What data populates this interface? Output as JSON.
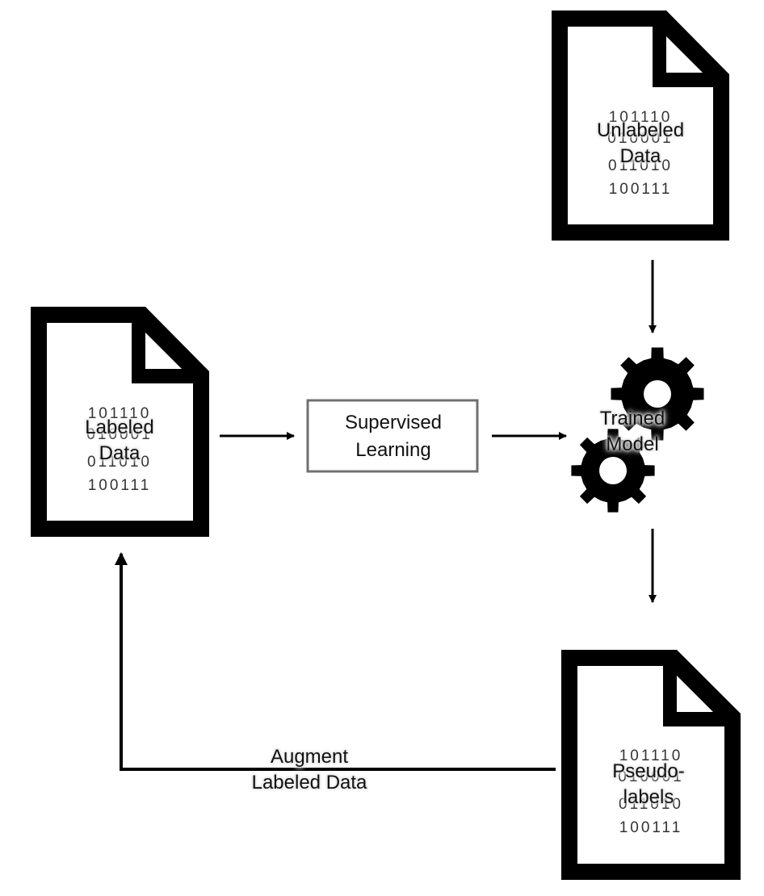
{
  "nodes": {
    "unlabeled": {
      "line1": "Unlabeled",
      "line2": "Data"
    },
    "labeled": {
      "line1": "Labeled",
      "line2": "Data"
    },
    "pseudo": {
      "line1": "Pseudo-",
      "line2": "labels"
    },
    "supervised": {
      "line1": "Supervised",
      "line2": "Learning"
    },
    "model": {
      "line1": "Trained",
      "line2": "Model"
    }
  },
  "edges": {
    "augment": {
      "line1": "Augment",
      "line2": "Labeled Data"
    }
  },
  "binary_rows": [
    "101110",
    "010001",
    "011010",
    "100111"
  ],
  "icons": [
    "document-icon",
    "gear-icon",
    "arrow-icon"
  ],
  "colors": {
    "ink": "#000000",
    "box_border": "#707070",
    "background": "#ffffff"
  }
}
